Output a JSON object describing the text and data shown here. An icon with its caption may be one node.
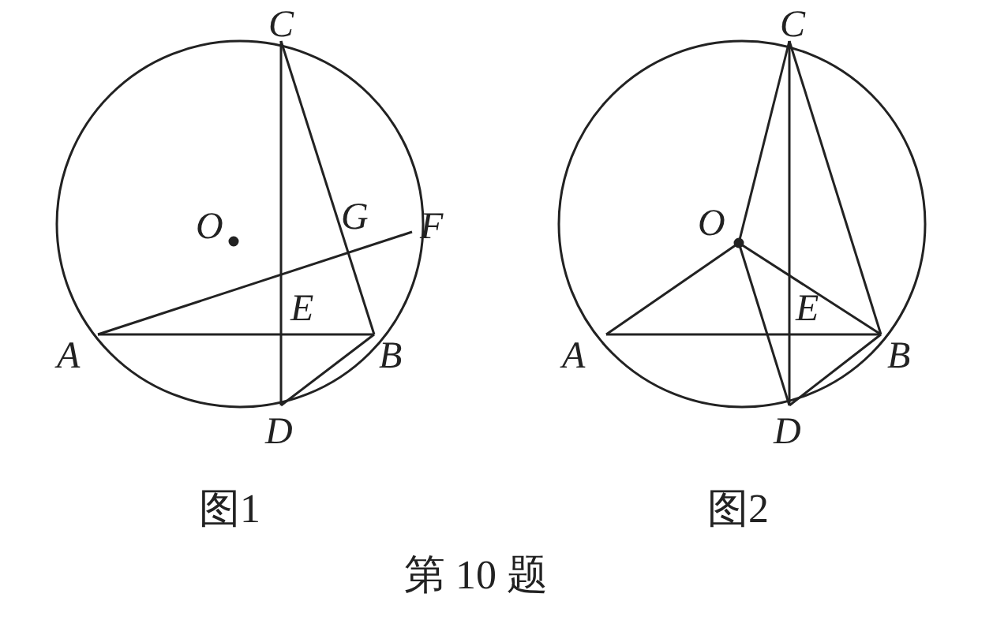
{
  "diagram": {
    "caption": "第 10 题",
    "labels": [
      "C",
      "O",
      "G",
      "F",
      "E",
      "A",
      "B",
      "D",
      "图1",
      "C",
      "O",
      "E",
      "A",
      "B",
      "D",
      "图2"
    ]
  }
}
